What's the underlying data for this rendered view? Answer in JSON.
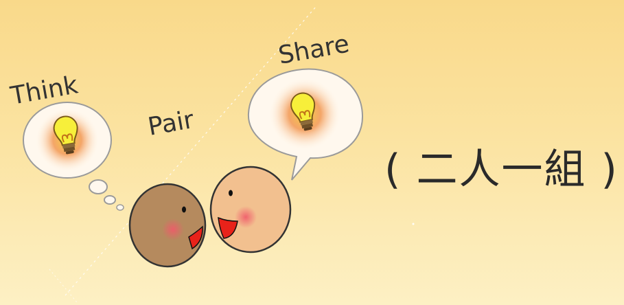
{
  "labels": {
    "think": "Think",
    "pair": "Pair",
    "share": "Share"
  },
  "caption": "( 二人一組 )",
  "colors": {
    "background_top": "#f9d98a",
    "background_bottom": "#fdf0c4",
    "bulb": "#f7ef3a",
    "glow": "#f08a3c",
    "face_left": "#b58a5e",
    "face_right": "#f2c08f",
    "mouth": "#e8221a",
    "cheek": "#f05a6a"
  }
}
